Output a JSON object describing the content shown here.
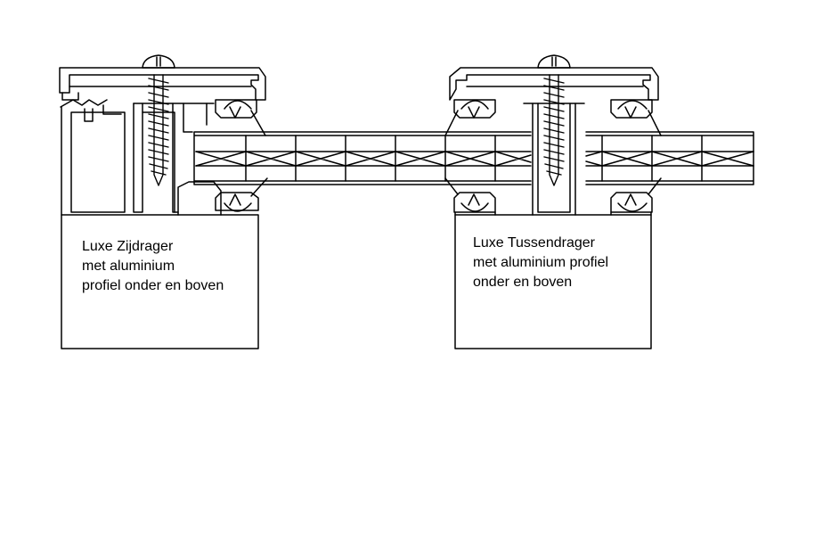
{
  "diagram": {
    "colors": {
      "line": "#000000",
      "background": "#ffffff"
    },
    "labels": {
      "zijdrager": {
        "line1": "Luxe Zijdrager",
        "line2": "met aluminium",
        "line3": "profiel onder en boven"
      },
      "tussendrager": {
        "line1": "Luxe Tussendrager",
        "line2": "met aluminium profiel",
        "line3": "onder en boven"
      }
    }
  }
}
